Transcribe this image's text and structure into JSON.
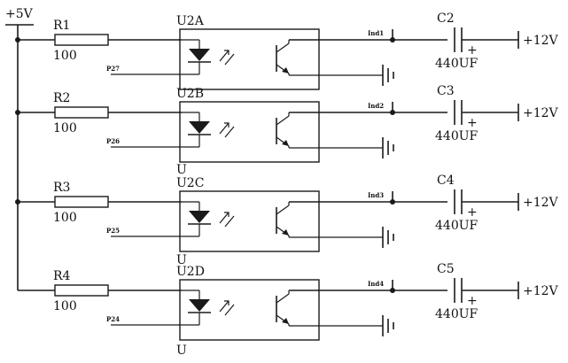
{
  "supply_label": "+5V",
  "channels": [
    {
      "resistor": "R1",
      "resistor_value": "100",
      "opto": "U2A",
      "input_pin": "P27",
      "output_label": "Ind1",
      "capacitor": "C2",
      "capacitor_value": "440UF",
      "cap_polarity": "+",
      "output_voltage": "+12V"
    },
    {
      "resistor": "R2",
      "resistor_value": "100",
      "opto": "U2B",
      "input_pin": "P26",
      "output_label": "Ind2",
      "capacitor": "C3",
      "capacitor_value": "440UF",
      "cap_polarity": "+",
      "output_voltage": "+12V"
    },
    {
      "resistor": "R3",
      "resistor_value": "100",
      "opto": "U2C",
      "input_pin": "P25",
      "output_label": "Ind3",
      "capacitor": "C4",
      "capacitor_value": "440UF",
      "cap_polarity": "+",
      "output_voltage": "+12V"
    },
    {
      "resistor": "R4",
      "resistor_value": "100",
      "opto": "U2D",
      "input_pin": "P24",
      "output_label": "Ind4",
      "capacitor": "C5",
      "capacitor_value": "440UF",
      "cap_polarity": "+",
      "output_voltage": "+12V"
    }
  ],
  "unit_marks": [
    "U",
    "U",
    "U"
  ]
}
